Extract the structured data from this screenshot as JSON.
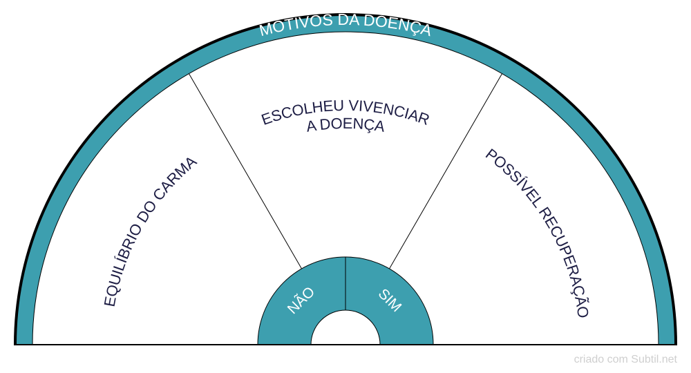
{
  "title": "MOTIVOS DA DOENÇA",
  "sectors": [
    {
      "lines": [
        "EQUILÍBRIO DO CARMA"
      ]
    },
    {
      "lines": [
        "ESCOLHEU VIVENCIAR",
        "A DOENÇA"
      ]
    },
    {
      "lines": [
        "POSSÍVEL RECUPERAÇÃO"
      ]
    }
  ],
  "inner_labels": [
    "NÃO",
    "SIM"
  ],
  "credit": "criado com Subtil.net",
  "colors": {
    "teal": "#3d9faf",
    "outline": "#000000",
    "text": "#1d1d44",
    "label_white": "#ffffff",
    "credit": "#cfcfcf",
    "background": "#ffffff"
  }
}
